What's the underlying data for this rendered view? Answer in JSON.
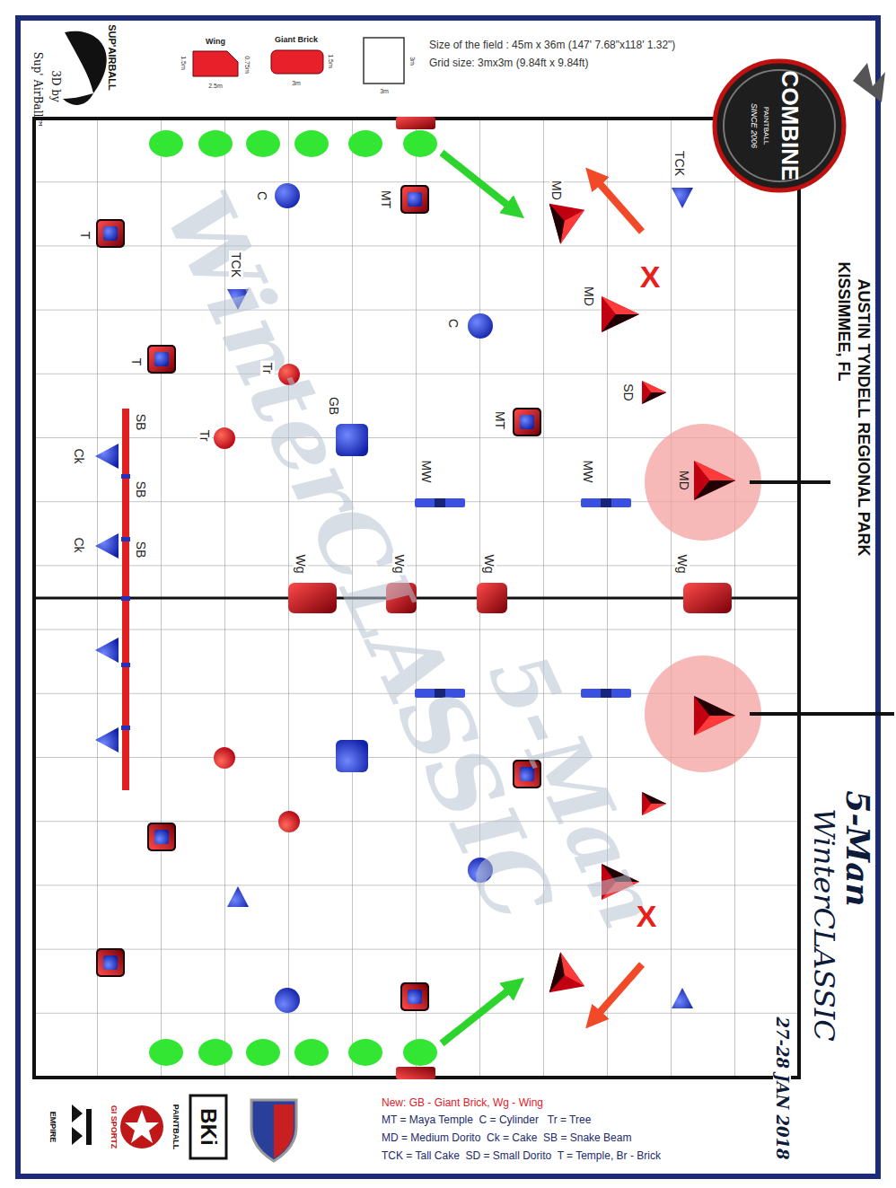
{
  "diagram": {
    "labels": [
      "Size of the field : 45m x 36m (147' 7.68\"x118' 1.32\")",
      "Grid size: 3mx3m (9.84ft x 9.84ft)",
      "1.5m",
      "0.75m",
      "2.5m",
      "1.5m",
      "3m",
      "3m",
      "3m",
      "SUP'AIRBALL",
      "3D by",
      "Sup' AirBall™",
      "COMBINE",
      "PAINTBALL",
      "SINCE 2006",
      "AUSTIN TYNDELL REGIONAL PARK",
      "KISSIMMEE, FL",
      "5-Man",
      "WinterCLASSIC",
      "27-28 JAN 2018",
      "5-Man",
      "WinterCLASSIC",
      "TCK",
      "MD",
      "MD",
      "SD",
      "MD",
      "MW",
      "MW",
      "MT",
      "C",
      "MT",
      "C",
      "TCK",
      "T",
      "T",
      "Tr",
      "GB",
      "Tr",
      "SB",
      "SB",
      "SB",
      "Ck",
      "Ck",
      "Wg",
      "Wg",
      "Wg",
      "Wg",
      "X",
      "X",
      "New: GB - Giant Brick, Wg - Wing",
      "MT = Maya Temple  C = Cylinder   Tr = Tree",
      "MD = Medium Dorito  Ck = Cake  SB = Snake Beam",
      "TCK = Tall Cake  SD = Small Dorito  T = Temple, Br - Brick",
      "EMPIRE",
      "GI SPORTZ",
      "BKi",
      "PAINTBALL"
    ],
    "legend": [
      {
        "text": "Wing",
        "color": "#e8202a"
      },
      {
        "text": "Giant Brick",
        "color": "#e8202a"
      }
    ]
  }
}
